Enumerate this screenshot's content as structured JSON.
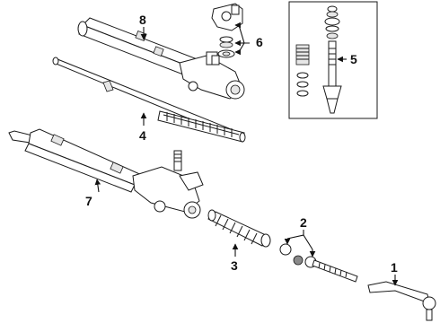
{
  "callouts": {
    "c1": "1",
    "c2": "2",
    "c3": "3",
    "c4": "4",
    "c5": "5",
    "c6": "6",
    "c7": "7",
    "c8": "8"
  },
  "colors": {
    "line": "#1a1a1a",
    "shade": "#e6e6e6",
    "background": "#ffffff"
  }
}
